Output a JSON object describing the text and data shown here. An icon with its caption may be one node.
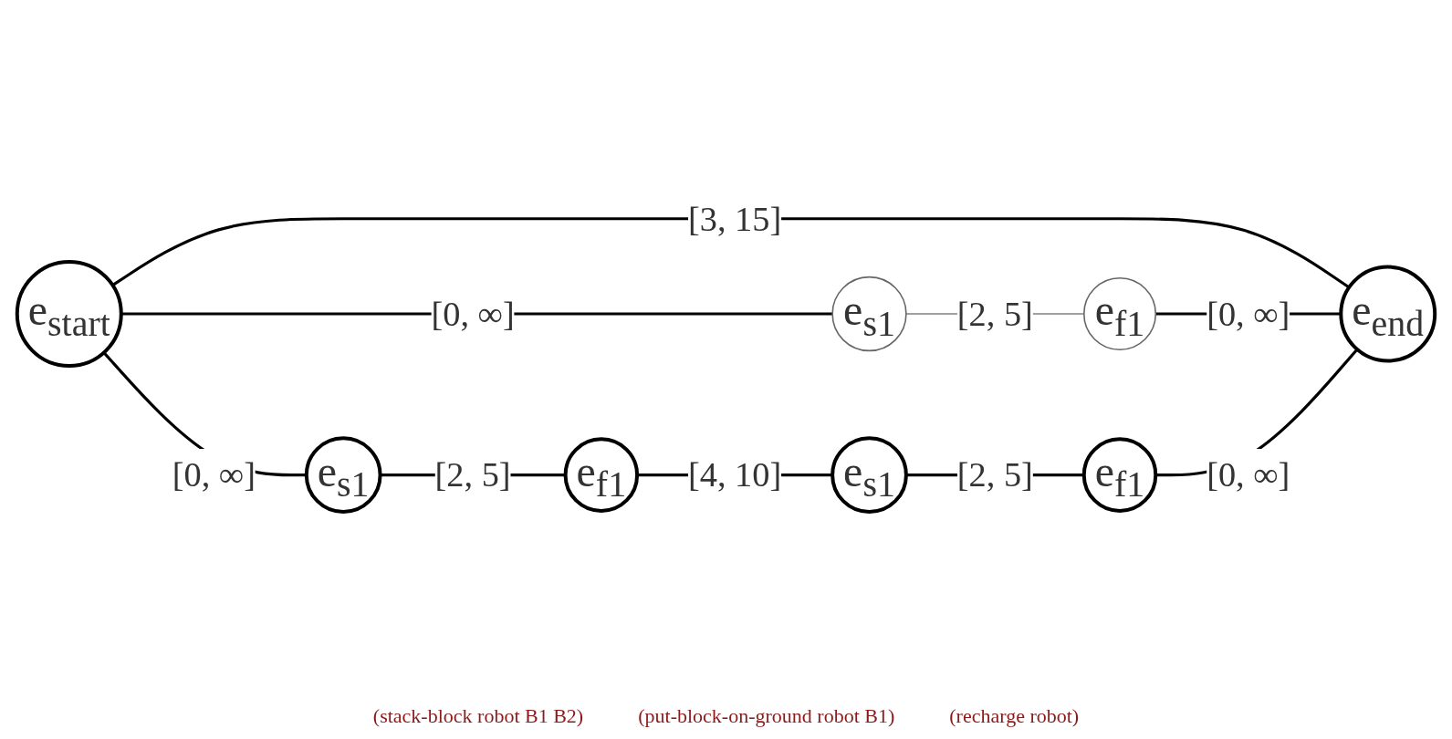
{
  "diagram": {
    "nodes": [
      {
        "text": [
          "e$_{start}$"
        ]
      },
      {
        "text": [
          "e$_{s1}$"
        ]
      },
      {
        "text": [
          "e$_{f1}$"
        ]
      },
      {
        "text": [
          "e$_{end}$"
        ]
      },
      {
        "text": [
          "e$_{s1}$"
        ]
      },
      {
        "text": [
          "e$_{f1}$"
        ]
      },
      {
        "text": [
          "e$_{s1}$"
        ]
      },
      {
        "text": [
          "e$_{f1}$"
        ]
      }
    ],
    "edges": [
      {
        "from": 0,
        "to": 3,
        "arrow": "none",
        "label": "[3, 15]"
      },
      {
        "from": 0,
        "to": 1,
        "arrow": "none",
        "label": "[0, ∞]"
      },
      {
        "from": 1,
        "to": 2,
        "arrow": "none",
        "label": "[2, 5]",
        "color": "#808080"
      },
      {
        "from": 2,
        "to": 3,
        "arrow": "none",
        "label": "[0, ∞]"
      },
      {
        "from": 0,
        "to": 4,
        "arrow": "none",
        "label": "[0, ∞]"
      },
      {
        "from": 4,
        "to": 5,
        "arrow": "none",
        "label": "[2, 5]"
      },
      {
        "from": 5,
        "to": 6,
        "arrow": "none",
        "label": "[4, 10]"
      },
      {
        "from": 6,
        "to": 7,
        "arrow": "none",
        "label": "[2, 5]"
      },
      {
        "from": 7,
        "to": 3,
        "arrow": "none",
        "label": "[0, ∞]"
      }
    ],
    "labels": [
      "(stack-block robot B1 B2)",
      "(put-block-on-ground robot B1)",
      "(recharge robot)"
    ]
  }
}
